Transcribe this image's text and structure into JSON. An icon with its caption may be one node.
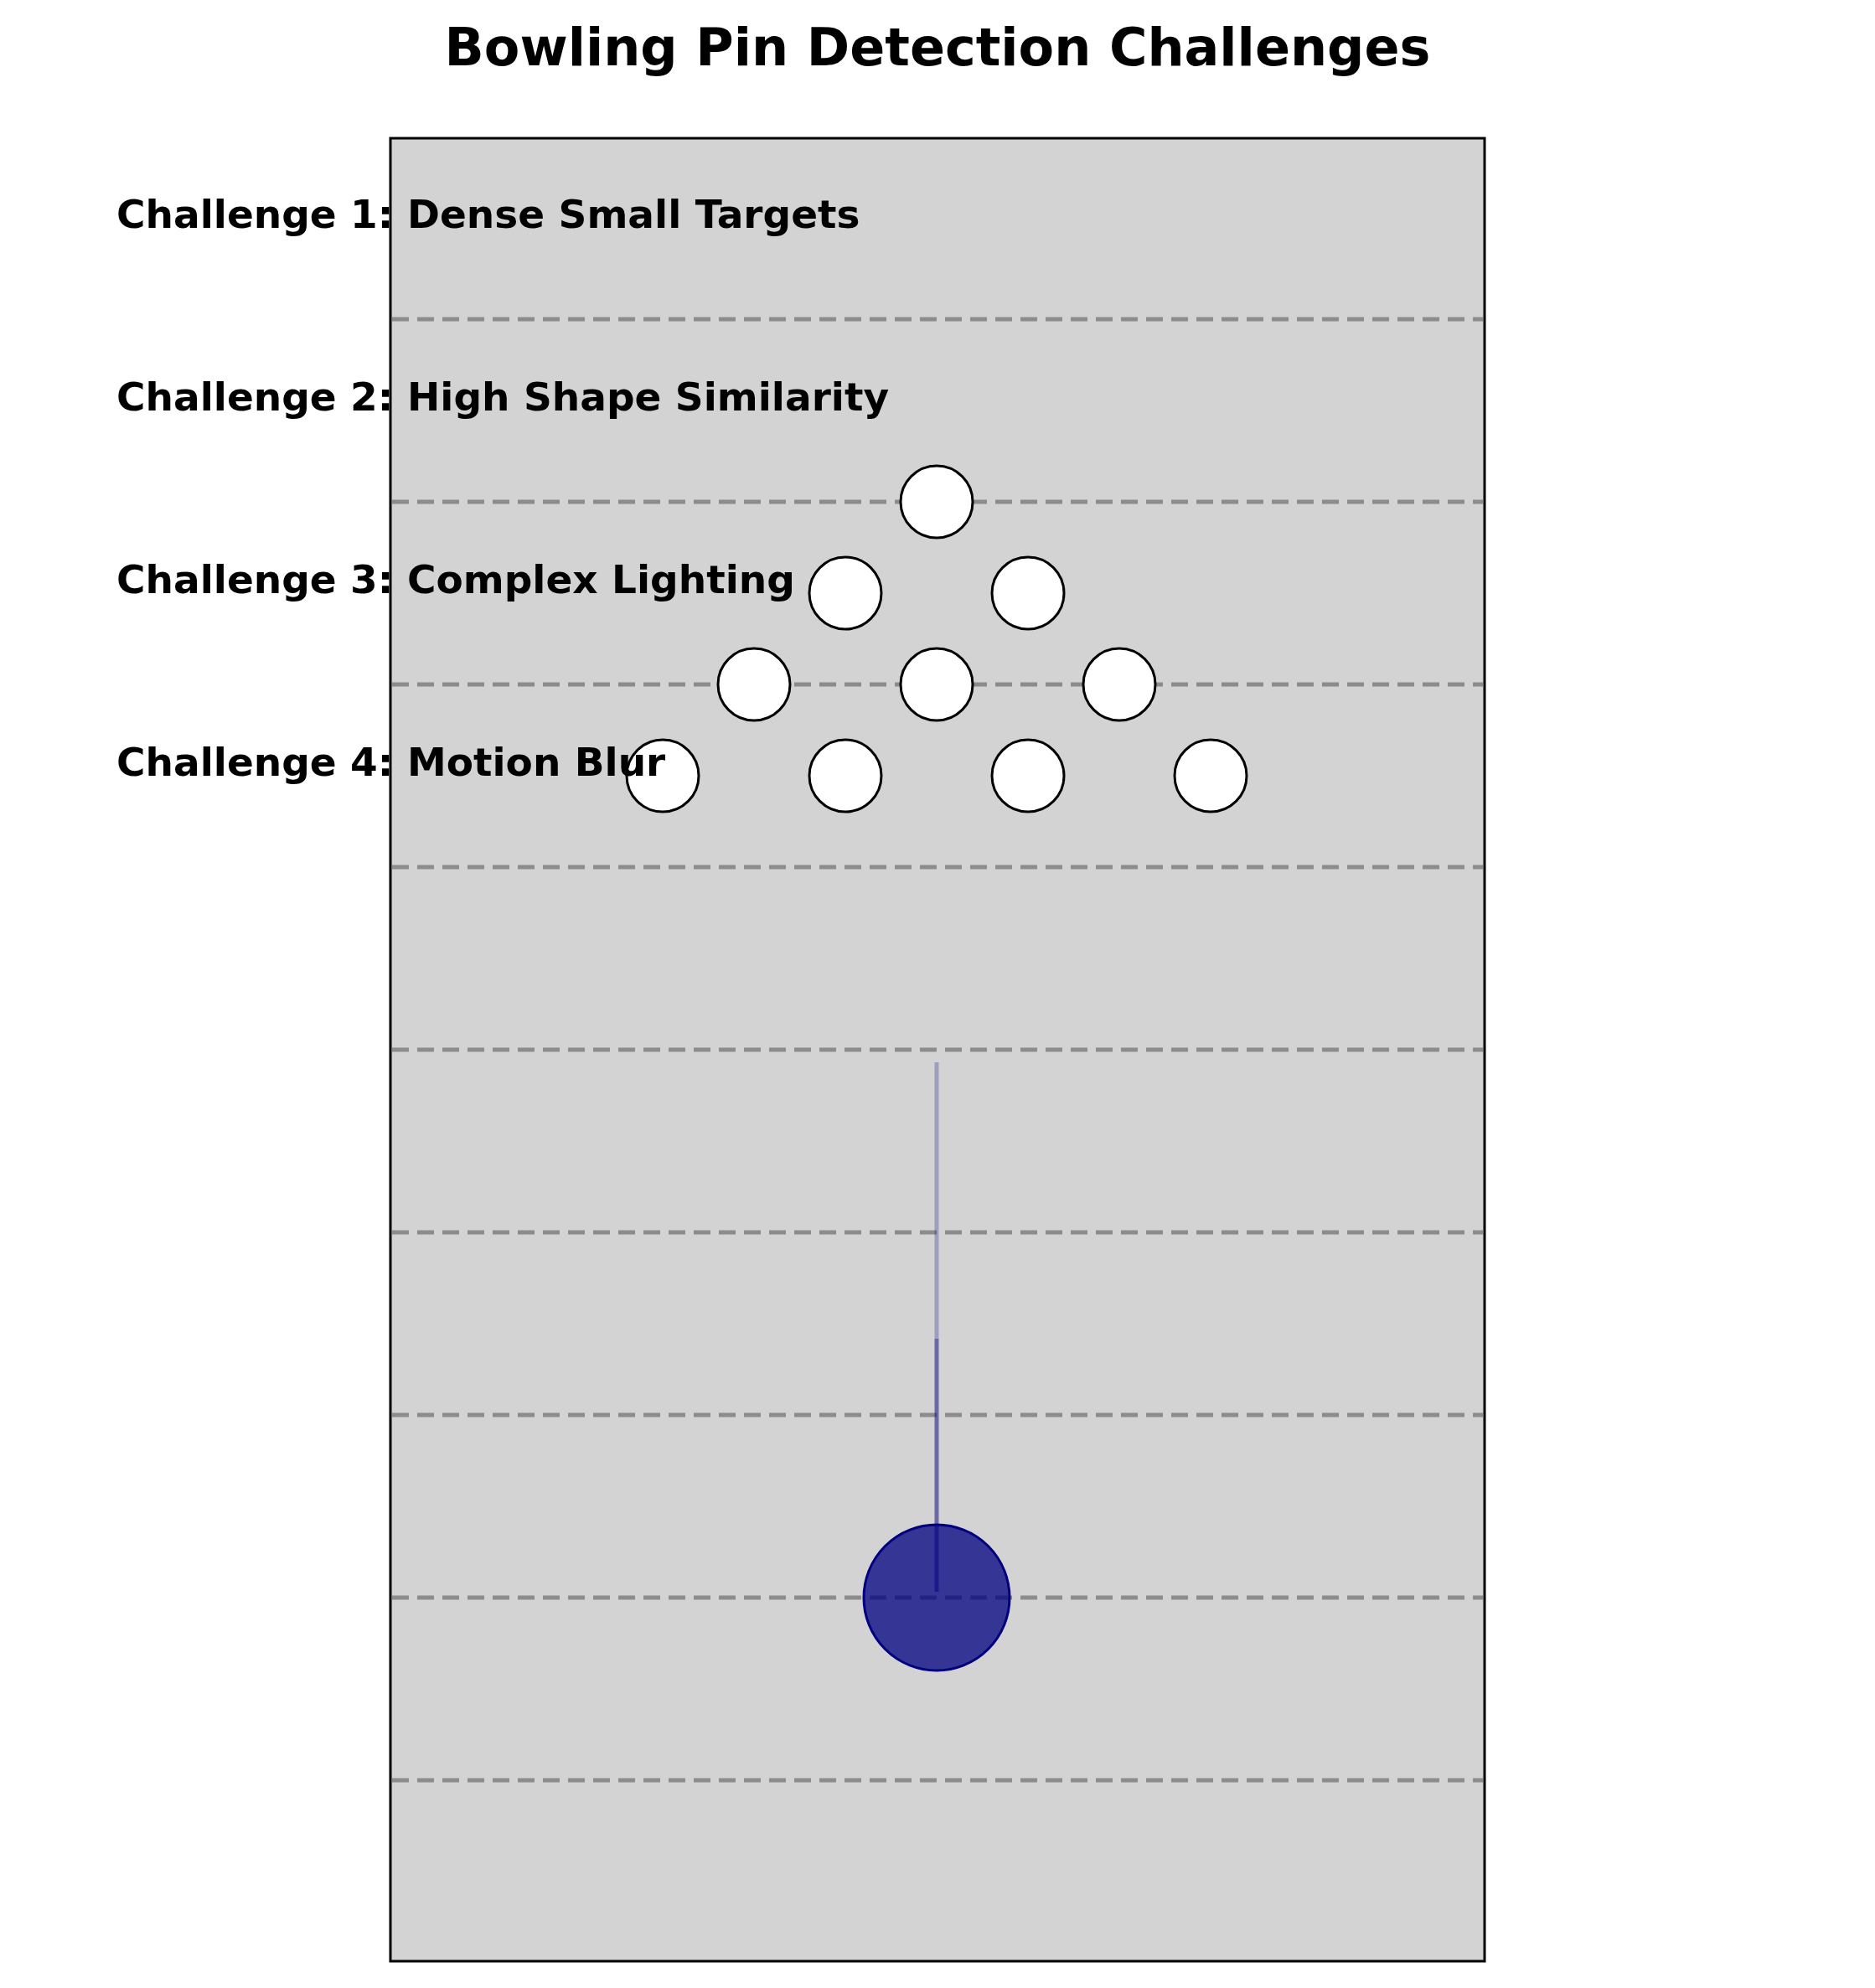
{
  "diagram": {
    "title": "Bowling Pin Detection Challenges",
    "labels": [
      "Challenge 1: Dense Small Targets",
      "Challenge 2: High Shape Similarity",
      "Challenge 3: Complex Lighting",
      "Challenge 4: Motion Blur"
    ]
  }
}
